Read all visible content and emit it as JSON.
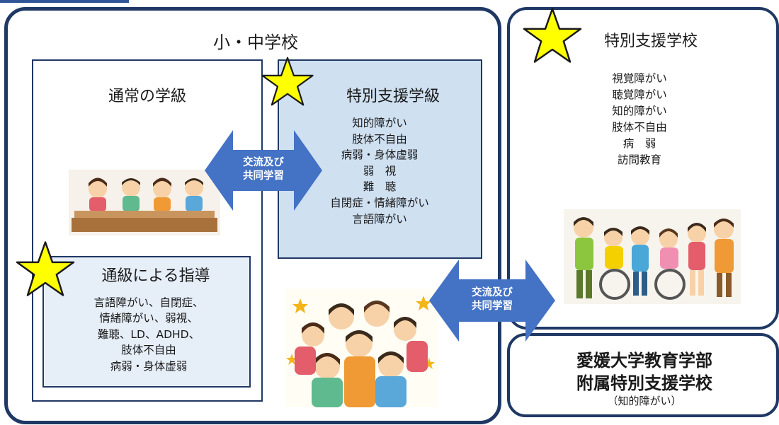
{
  "school": {
    "title": "小・中学校"
  },
  "regular_class": {
    "title": "通常の学級"
  },
  "special_class": {
    "title": "特別支援学級",
    "items": [
      "知的障がい",
      "肢体不自由",
      "病弱・身体虚弱",
      "弱　視",
      "難　聴",
      "自閉症・情緒障がい",
      "言語障がい"
    ]
  },
  "tsukyu": {
    "title": "通級による指導",
    "lines": [
      "言語障がい、自閉症、",
      "情緒障がい、弱視、",
      "難聴、LD、ADHD、",
      "肢体不自由",
      "病弱・身体虚弱"
    ]
  },
  "special_school": {
    "title": "特別支援学校",
    "items": [
      "視覚障がい",
      "聴覚障がい",
      "知的障がい",
      "肢体不自由",
      "病　弱",
      "訪問教育"
    ]
  },
  "attached_school": {
    "line1": "愛媛大学教育学部",
    "line2": "附属特別支援学校",
    "note": "（知的障がい）"
  },
  "exchange1": {
    "line1": "交流及び",
    "line2": "共同学習"
  },
  "exchange2": {
    "line1": "交流及び",
    "line2": "共同学習"
  },
  "colors": {
    "navy": "#1f3864",
    "arrow": "#4472c4",
    "star": "#ffff00",
    "special_class_bg": "#cfe0f1",
    "tsukyu_bg": "#e6eef8"
  }
}
